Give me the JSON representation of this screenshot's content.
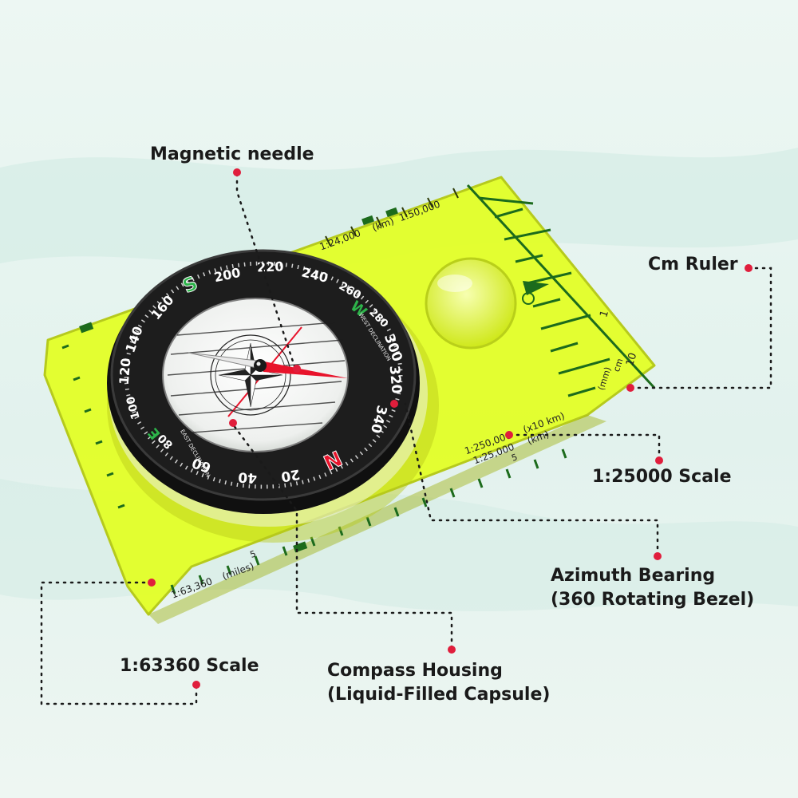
{
  "palette": {
    "background_top": "#eaf5f1",
    "background_bottom": "#dcefe9",
    "baseplate": "#e3ff2a",
    "bezel": "#1d1d1d",
    "needle_red": "#e8132b",
    "marker_red": "#e01e3c",
    "label_text": "#1a1a1a"
  },
  "callouts": {
    "magnetic_needle": "Magnetic needle",
    "cm_ruler": "Cm Ruler",
    "scale_25000": "1:25000 Scale",
    "azimuth_line1": "Azimuth Bearing",
    "azimuth_line2": "(360 Rotating Bezel)",
    "scale_63360": "1:63360 Scale",
    "housing_line1": "Compass Housing",
    "housing_line2": "(Liquid-Filled Capsule)"
  },
  "baseplate_print": {
    "scale_24000": "1:24,000",
    "scale_50000": "1:50,000",
    "km_unit": "(km)",
    "cm_unit": "cm",
    "mm_unit": "(mm)",
    "ruler_ten": "10",
    "ruler_one": "1",
    "scale_250000": "1:250,000",
    "x10km": "(x10 km)",
    "scale_25000_print": "1:25,000",
    "km_unit_2": "(km)",
    "scale_63360_print": "1:63,360",
    "miles_unit": "(miles)",
    "five_mark": "5"
  },
  "bezel": {
    "degree_labels": [
      "20",
      "40",
      "60",
      "80",
      "100",
      "120",
      "140",
      "160",
      "200",
      "220",
      "240",
      "260",
      "280",
      "300",
      "320",
      "340"
    ],
    "south": "S",
    "north": "N",
    "west": "W",
    "east": "E",
    "west_declination": "WEST DECLINATION",
    "east_declination": "EAST DECLINATION"
  },
  "icons": {
    "compass_rose": "compass-rose-icon",
    "callout_marker": "red-dot-marker-icon"
  }
}
